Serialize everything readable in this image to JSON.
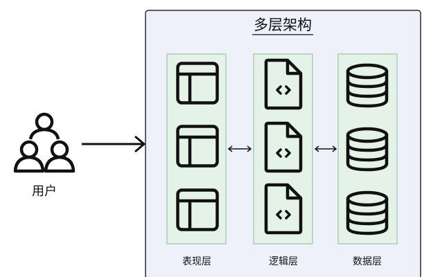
{
  "title": "多层架构",
  "user": {
    "label": "用户",
    "icon": "users-group-icon"
  },
  "layers": [
    {
      "label": "表现层",
      "icon": "layout-window-icon",
      "count": 3
    },
    {
      "label": "逻辑层",
      "icon": "code-file-icon",
      "count": 3
    },
    {
      "label": "数据层",
      "icon": "database-icon",
      "count": 3
    }
  ],
  "colors": {
    "container_fill": "#eef1fa",
    "container_stroke": "#2a2a2a",
    "column_fill": "#e4f2e8",
    "column_stroke": "#8fb89a",
    "icon": "#111111"
  }
}
